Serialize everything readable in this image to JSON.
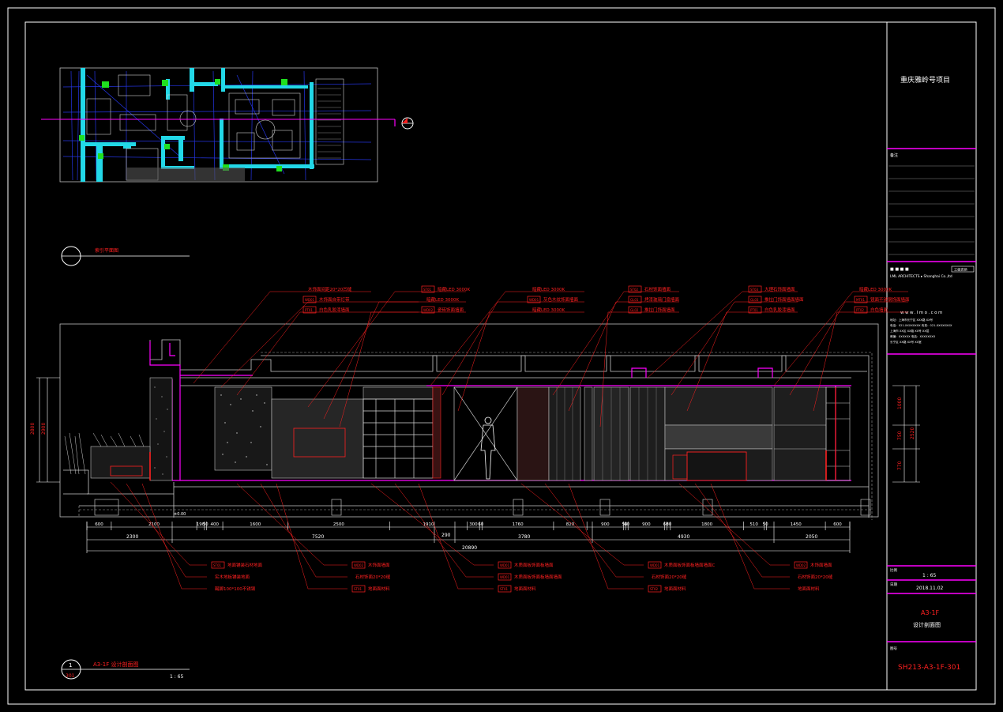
{
  "title_block": {
    "project_name": "重庆雅岭号项目",
    "notes_label": "备注",
    "company_logo": "■ ■ ■ ■",
    "company_line": "LML ARCHITECTS ▸ Shanghai Co.,ltd",
    "company_stamp": "三级资质",
    "website": "www.lmo.com",
    "addr_lines": [
      "地址：上海市长宁区 XXX路 XX号",
      "电话：021-XXXXXXXX 传真：021-XXXXXXXX",
      "上海市 XX区 XX路 XX号 XX层",
      "邮编：XXXXXX 电话：XXXXXXXX",
      "长宁区 XX路 XX号 XX室"
    ],
    "scale_label": "比例",
    "scale_value": "1 : 65",
    "date_label": "日期",
    "date_value": "2018.11.02",
    "drawing_code": "A3-1F",
    "drawing_name": "设计剖面图",
    "drawing_label": "图号",
    "drawing_number": "SH213-A3-1F-301"
  },
  "key_plan": {
    "title": "索引平面图"
  },
  "elevation": {
    "number": "1",
    "sheet": "301",
    "title": "A3-1F 设计剖面图",
    "scale": "1 : 65",
    "dims_left_outer": "2800",
    "dims_left_inner": "2900",
    "dims_right": [
      "1000",
      "750",
      "770"
    ],
    "dims_right_total": "2520",
    "dims_row1": [
      "600",
      "2100",
      "190",
      "50",
      "400",
      "1600",
      "2500",
      "1910",
      "300",
      "60",
      "1760",
      "820",
      "900",
      "50",
      "60",
      "900",
      "60",
      "80",
      "1800",
      "510",
      "50",
      "1450",
      "600"
    ],
    "dims_row2": [
      "2300",
      "7520",
      "290",
      "3780",
      "4930",
      "2050"
    ],
    "dims_total": "20890",
    "floor_mark": "±0.00"
  },
  "callouts_top": [
    {
      "text": "木饰面间距20*20凹缝",
      "code": ""
    },
    {
      "text": "木饰面自带灯带",
      "code": "WD01"
    },
    {
      "text": "白色乳胶漆墙面",
      "code": "PT01"
    },
    {
      "text": "暗藏LED 3000K",
      "code": "ST01"
    },
    {
      "text": "暗藏LED 3000K",
      "code": ""
    },
    {
      "text": "灰色木纹饰面墙面",
      "code": "WD01"
    },
    {
      "text": "暗藏LED 3000K",
      "code": ""
    },
    {
      "text": "瓷砖饰面墙面",
      "code": "WD02"
    },
    {
      "text": "暗藏LED 3000K",
      "code": ""
    },
    {
      "text": "石材饰面墙面",
      "code": "ST02"
    },
    {
      "text": "烤漆玻璃门扇墙面",
      "code": "GL01"
    },
    {
      "text": "推拉门饰面墙面",
      "code": "GL02"
    },
    {
      "text": "大理石饰面墙面",
      "code": "ST03"
    },
    {
      "text": "推拉门饰面墙面墙面",
      "code": "GL03"
    },
    {
      "text": "白色乳胶漆墙面",
      "code": "PT01"
    },
    {
      "text": "暗藏LED 3000K",
      "code": ""
    },
    {
      "text": "镜面不锈钢饰面墙面",
      "code": "MT01"
    },
    {
      "text": "白色墙面",
      "code": "PT02"
    }
  ],
  "callouts_bottom": [
    {
      "text": "地面铺装石材地面",
      "code": "ST01"
    },
    {
      "text": "实木地板铺装地面",
      "code": ""
    },
    {
      "text": "踢脚100*100不锈钢",
      "code": ""
    },
    {
      "text": "木饰面墙面",
      "code": "WD02"
    },
    {
      "text": "石材饰面20*20缝",
      "code": ""
    },
    {
      "text": "地面面材料",
      "code": "ST01"
    },
    {
      "text": "木质面板饰面板墙面",
      "code": "WD01"
    },
    {
      "text": "木质面板饰面板墙面墙面",
      "code": "WD01"
    },
    {
      "text": "地面面材料",
      "code": "ST01"
    },
    {
      "text": "木质面板饰面板墙面墙面C",
      "code": "WD01"
    },
    {
      "text": "石材饰面20*20缝",
      "code": ""
    },
    {
      "text": "地面面材料",
      "code": "ST02"
    },
    {
      "text": "木饰面墙面",
      "code": "WD02"
    },
    {
      "text": "石材饰面20*20缝",
      "code": ""
    },
    {
      "text": "地面面材料",
      "code": ""
    }
  ]
}
